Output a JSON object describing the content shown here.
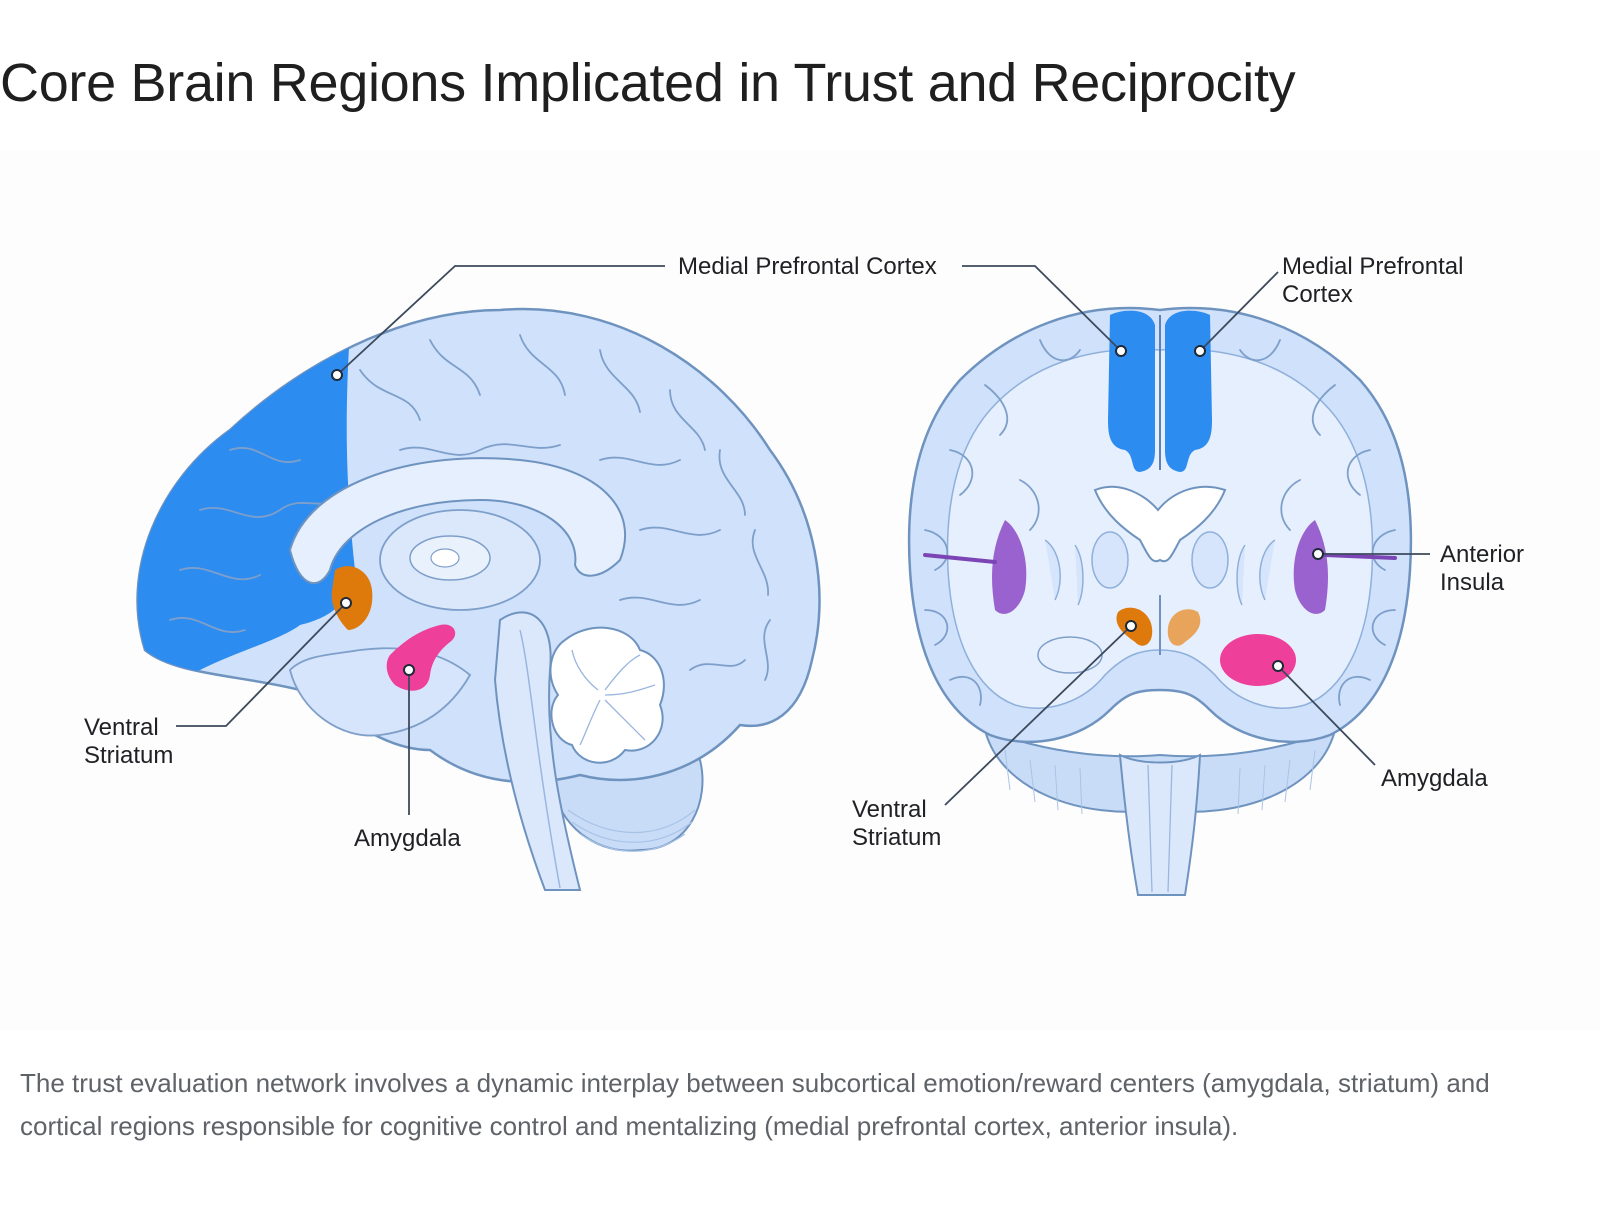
{
  "title": "Core Brain Regions Implicated in Trust and Reciprocity",
  "caption": "The trust evaluation network involves a dynamic interplay between subcortical emotion/reward centers (amygdala, striatum) and cortical regions responsible for cognitive control and mentalizing (medial prefrontal cortex, anterior insula).",
  "sagittal_view": {
    "label_mpfc": "Medial Prefrontal Cortex",
    "label_vs_line1": "Ventral",
    "label_vs_line2": "Striatum",
    "label_amygdala": "Amygdala"
  },
  "coronal_view": {
    "label_mpfc_line1": "Medial Prefrontal",
    "label_mpfc_line2": "Cortex",
    "label_insula_line1": "Anterior",
    "label_insula_line2": "Insula",
    "label_amygdala": "Amygdala",
    "label_vs_line1": "Ventral",
    "label_vs_line2": "Striatum"
  },
  "colors": {
    "brain_fill": "#cfe1fb",
    "brain_light": "#e6effd",
    "brain_stroke": "#6f93bf",
    "mpfc": "#2d8cf0",
    "ventral_striatum": "#de7a0c",
    "amygdala": "#ee3f9a",
    "anterior_insula": "#9a62cf",
    "leader_line": "#3c4a5c"
  }
}
